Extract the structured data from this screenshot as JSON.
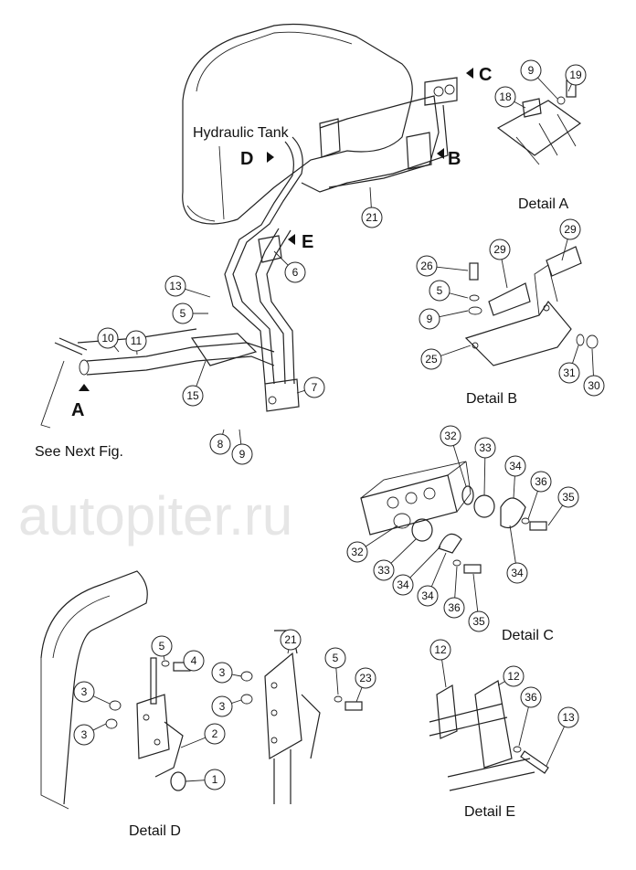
{
  "watermark": "autopiter.ru",
  "labels": {
    "hydraulic_tank": "Hydraulic Tank",
    "arrow_a": "A",
    "arrow_b": "B",
    "arrow_c": "C",
    "arrow_d": "D",
    "arrow_e": "E",
    "see_next": "See Next Fig.",
    "detail_a": "Detail A",
    "detail_b": "Detail B",
    "detail_c": "Detail C",
    "detail_d": "Detail D",
    "detail_e": "Detail E"
  },
  "callouts": [
    "19",
    "9",
    "18",
    "21",
    "6",
    "13",
    "5",
    "10",
    "11",
    "15",
    "7",
    "8",
    "9",
    "26",
    "29",
    "29",
    "5",
    "9",
    "25",
    "31",
    "30",
    "32",
    "33",
    "34",
    "36",
    "35",
    "32",
    "33",
    "34",
    "34",
    "36",
    "35",
    "34",
    "5",
    "4",
    "3",
    "3",
    "2",
    "1",
    "21",
    "3",
    "3",
    "5",
    "23",
    "12",
    "12",
    "36",
    "13"
  ]
}
